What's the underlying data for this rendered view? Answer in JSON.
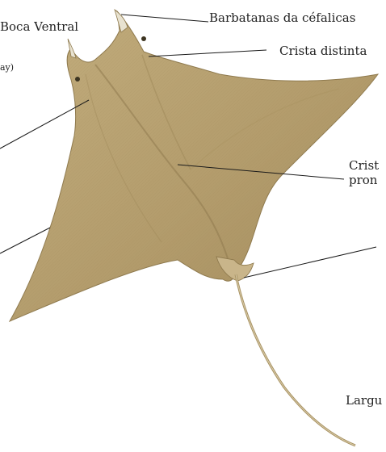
{
  "labels": {
    "cephalic_fins": "Barbatanas da céfalicas",
    "ventral_mouth": "Boca Ventral",
    "distinct_crest": "Crista distinta",
    "partial_ay": "ay)",
    "partial_crest_line1": "Crist",
    "partial_crest_line2": "pron",
    "partial_width": "Largu"
  },
  "colors": {
    "body_fill": "#b39c6c",
    "body_shadow": "#8f7a4e",
    "leader_line": "#1a1a1a",
    "background": "#ffffff"
  }
}
